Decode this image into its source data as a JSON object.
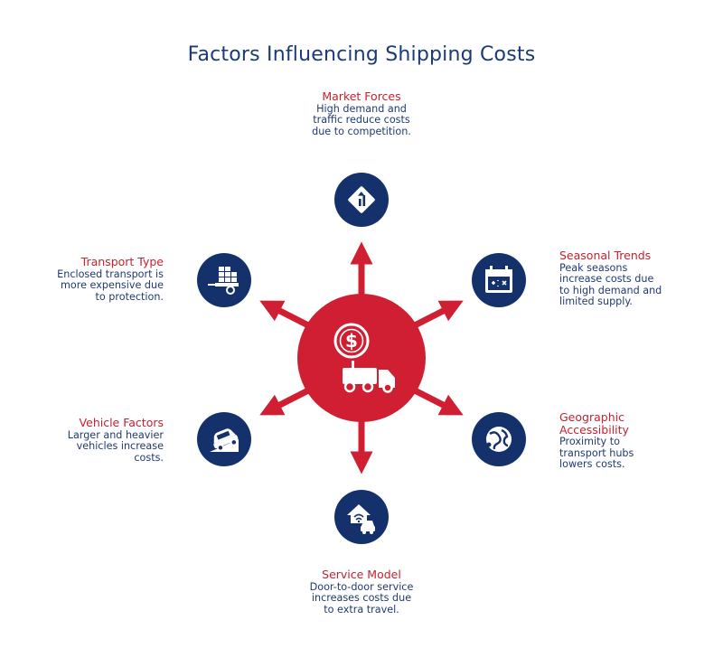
{
  "title": "Factors Influencing Shipping Costs",
  "colors": {
    "accent": "#d01f32",
    "node": "#15316b",
    "title": "#1b3a78",
    "text": "#203a72"
  },
  "hub": {
    "icon": "dollar-truck-icon"
  },
  "factors": [
    {
      "heading": "Market Forces",
      "description": "High demand and traffic reduce costs due to competition.",
      "icon": "direction-sign-icon"
    },
    {
      "heading": "Seasonal Trends",
      "description": "Peak seasons increase costs due to high demand and limited supply.",
      "icon": "calendar-icon"
    },
    {
      "heading": "Geographic Accessibility",
      "description": "Proximity to transport hubs lowers costs.",
      "icon": "globe-route-icon"
    },
    {
      "heading": "Service Model",
      "description": "Door-to-door service increases costs due to extra travel.",
      "icon": "home-delivery-icon"
    },
    {
      "heading": "Vehicle Factors",
      "description": "Larger and heavier vehicles increase costs.",
      "icon": "car-incline-icon"
    },
    {
      "heading": "Transport Type",
      "description": "Enclosed transport is more expensive due to protection.",
      "icon": "cargo-trailer-icon"
    }
  ]
}
